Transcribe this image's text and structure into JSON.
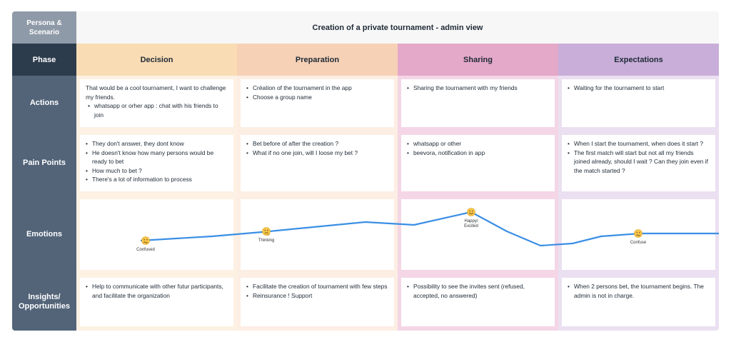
{
  "labels": {
    "persona": "Persona & Scenario",
    "phase": "Phase",
    "actions": "Actions",
    "pain_points": "Pain Points",
    "emotions": "Emotions",
    "insights": "Insights/ Opportunities"
  },
  "title": "Creation of a private tournament - admin view",
  "phases": [
    {
      "name": "Decision",
      "head_color": "#f9dcb4",
      "bg_color": "#fdf1e4",
      "actions": {
        "intro": "That would be a cool tournament, I want to challenge my friends.",
        "items": [
          "whatsapp or orher app : chat with his friends to join"
        ]
      },
      "pain_points": [
        "They don't answer, they dont know",
        "He doesn't know how many persons would be ready to bet",
        "How much to bet ?",
        "There's a lot of information to process"
      ],
      "insights": [
        "Help to communicate with other futur participants, and facilitate the organization"
      ]
    },
    {
      "name": "Preparation",
      "head_color": "#f6d1b6",
      "bg_color": "#fdeee4",
      "actions": {
        "intro": "",
        "items": [
          "Création of the tournament in the app",
          "Choose a group name"
        ]
      },
      "pain_points": [
        "Bet before of after the creation ?",
        "What if no one join, will I loose my bet ?"
      ],
      "insights": [
        "Facilitate the creation of tournament with few steps",
        "Reinsurance ! Support"
      ]
    },
    {
      "name": "Sharing",
      "head_color": "#e4a8c8",
      "bg_color": "#f4d6e6",
      "actions": {
        "intro": "",
        "items": [
          "Sharing the tournament with my friends"
        ]
      },
      "pain_points": [
        "whatsapp or other",
        "beevora, notification in app"
      ],
      "insights": [
        "Possibility to see the invites sent (refused, accepted,  no answered)"
      ]
    },
    {
      "name": "Expectations",
      "head_color": "#c9aed9",
      "bg_color": "#ebe0f1",
      "actions": {
        "intro": "",
        "items": [
          "Waiting for the tournament to start"
        ]
      },
      "pain_points": [
        "When I start the tournament, when does it start ?",
        "The first match will start but not all my friends joined already, should I wait ? Can they join even if the match started ?"
      ],
      "insights": [
        "When 2 persons bet, the tournament begins. The admin is not in charge."
      ]
    }
  ],
  "emotion_line": {
    "color": "#3b8fe5",
    "markers": [
      {
        "label": "Confused",
        "icon": "confused-face-icon"
      },
      {
        "label": "Thinking",
        "icon": "thinking-face-icon"
      },
      {
        "label": "Happy/ Excited",
        "icon": "happy-face-icon"
      },
      {
        "label": "Confuse",
        "icon": "confused-face-icon"
      }
    ]
  }
}
